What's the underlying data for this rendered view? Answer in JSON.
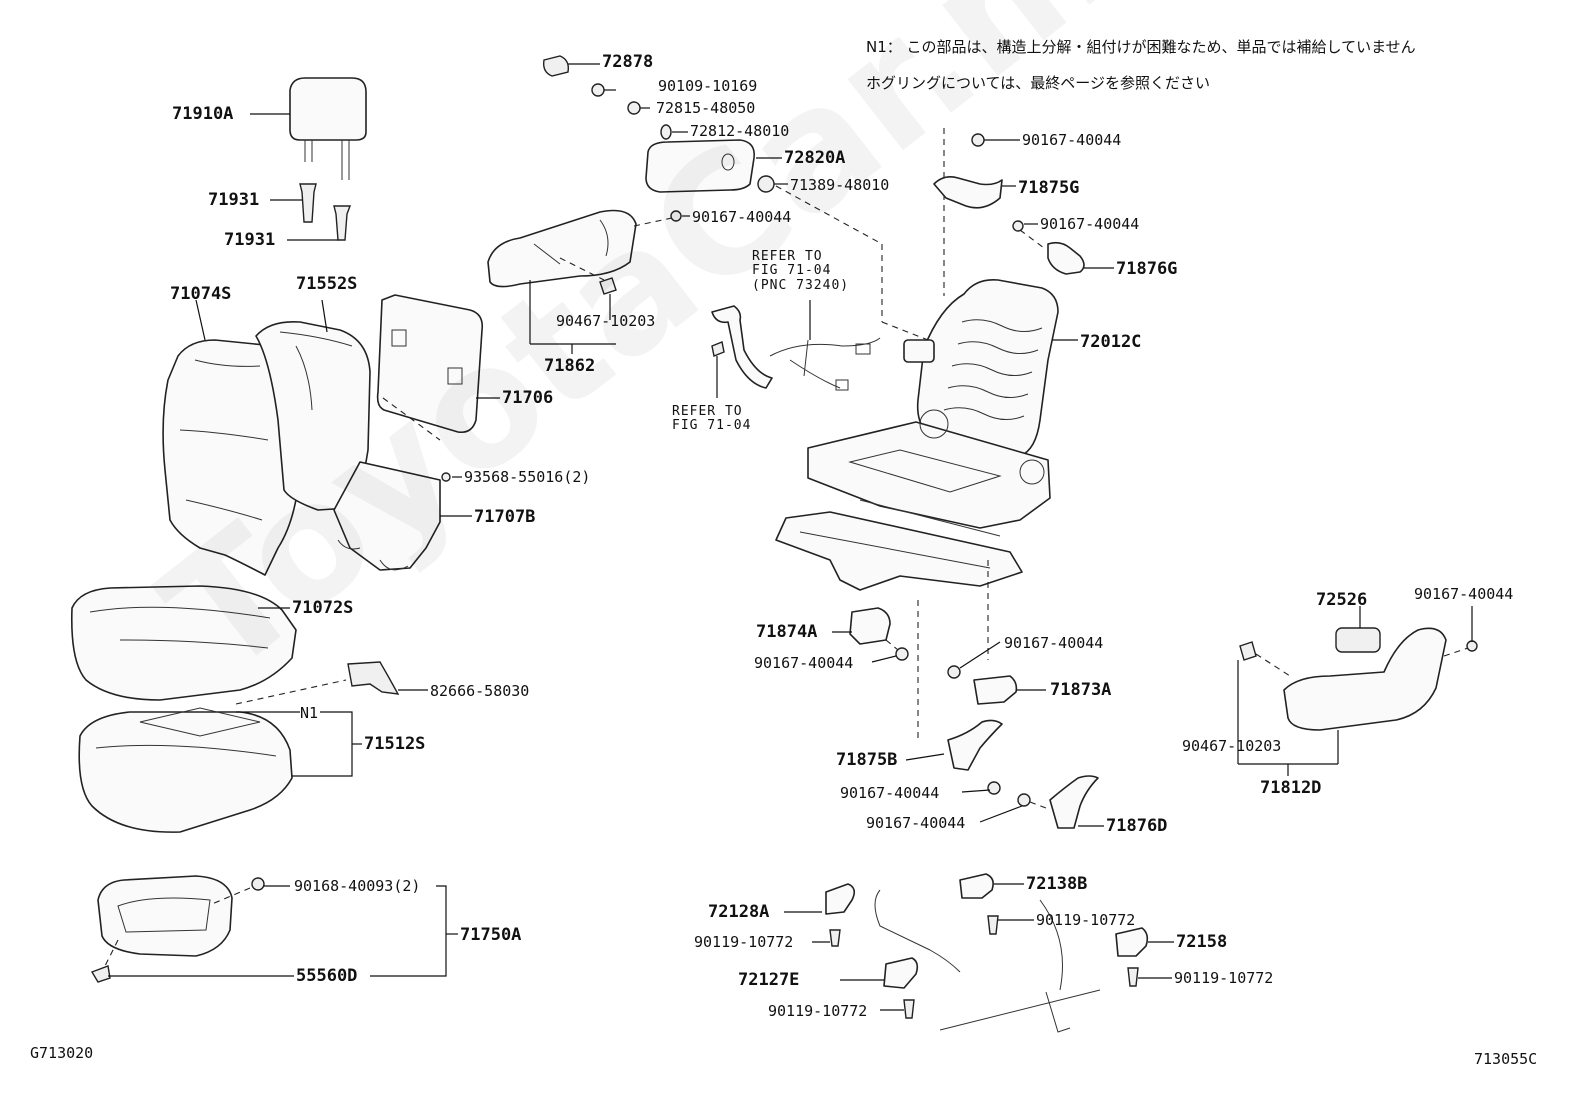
{
  "watermark": "ToyotaCar.me.ru",
  "notes": {
    "n1": "N1： この部品は、構造上分解・組付けが困難なため、単品では補給していません",
    "hog": "ホグリングについては、最終ページを参照ください"
  },
  "refer": {
    "r1_line1": "REFER TO",
    "r1_line2": "FIG 71-04",
    "r1_line3": "(PNC 73240)",
    "r2_line1": "REFER TO",
    "r2_line2": "FIG 71-04"
  },
  "corners": {
    "left": "G713020",
    "right": "713055C"
  },
  "parts": {
    "p72878": "72878",
    "p90109_10169": "90109-10169",
    "p72815_48050": "72815-48050",
    "p72812_48010": "72812-48010",
    "p72820A": "72820A",
    "p71389_48010": "71389-48010",
    "p71875G": "71875G",
    "p90167_40044_a": "90167-40044",
    "p90167_40044_b": "90167-40044",
    "p90167_40044_c": "90167-40044",
    "p71876G": "71876G",
    "p71910A": "71910A",
    "p71931_a": "71931",
    "p71931_b": "71931",
    "p90467_10203_a": "90467-10203",
    "p71862": "71862",
    "p71074S": "71074S",
    "p71552S": "71552S",
    "p71706": "71706",
    "p72012C": "72012C",
    "p93568_55016": "93568-55016(2)",
    "p71707B": "71707B",
    "p71072S": "71072S",
    "p71874A": "71874A",
    "p90167_40044_d": "90167-40044",
    "p90167_40044_e": "90167-40044",
    "p71873A": "71873A",
    "p72526": "72526",
    "p90167_40044_f": "90167-40044",
    "p82666_58030": "82666-58030",
    "pN1": "N1",
    "p71512S": "71512S",
    "p90467_10203_b": "90467-10203",
    "p71812D": "71812D",
    "p71875B": "71875B",
    "p90167_40044_g": "90167-40044",
    "p90167_40044_h": "90167-40044",
    "p71876D": "71876D",
    "p90168_40093": "90168-40093(2)",
    "p71750A": "71750A",
    "p55560D": "55560D",
    "p72138B": "72138B",
    "p72128A": "72128A",
    "p90119_10772_a": "90119-10772",
    "p90119_10772_b": "90119-10772",
    "p72158": "72158",
    "p90119_10772_c": "90119-10772",
    "p72127E": "72127E",
    "p90119_10772_d": "90119-10772"
  }
}
